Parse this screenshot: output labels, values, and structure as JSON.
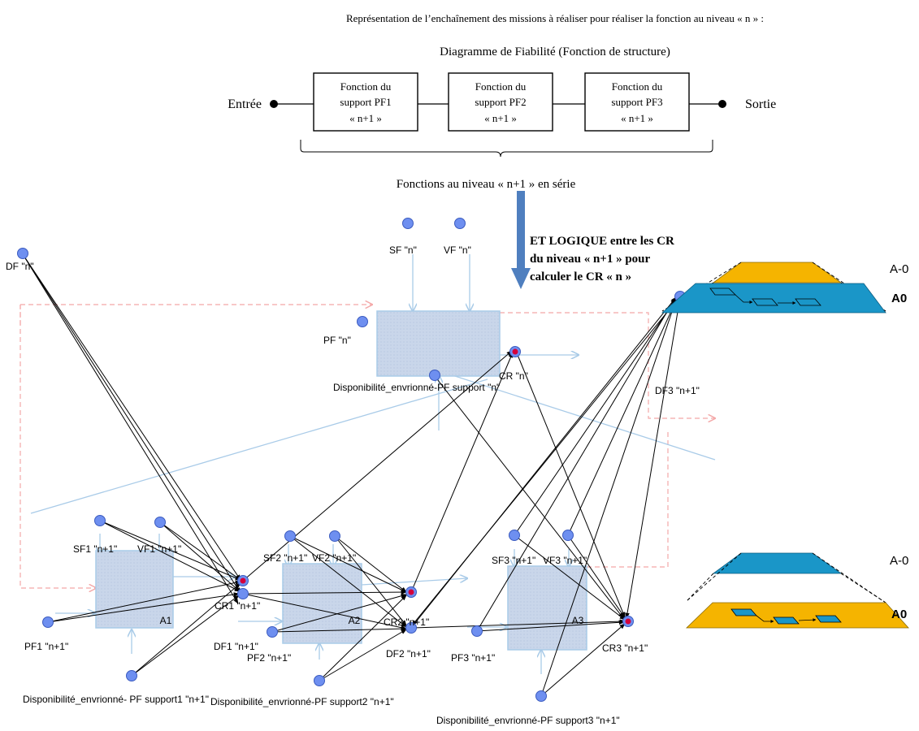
{
  "header": {
    "title": "Représentation de l’enchaînement des missions à réaliser pour réaliser la fonction au niveau « n » :",
    "subtitle": "Diagramme de Fiabilité (Fonction de structure)"
  },
  "rbd": {
    "input_label": "Entrée",
    "output_label": "Sortie",
    "blocks": [
      {
        "line1": "Fonction du",
        "line2": "support PF1",
        "line3": "« n+1 »"
      },
      {
        "line1": "Fonction du",
        "line2": "support PF2",
        "line3": "« n+1 »"
      },
      {
        "line1": "Fonction du",
        "line2": "support PF3",
        "line3": "« n+1 »"
      }
    ],
    "brace_label": "Fonctions au niveau « n+1 » en série"
  },
  "logic_note": {
    "line1": "ET LOGIQUE entre les CR",
    "line2": "du niveau « n+1 »  pour",
    "line3": "calculer le CR « n »"
  },
  "top_level": {
    "labels": {
      "df": "DF \"n\"",
      "sf": "SF \"n\"",
      "vf": "VF \"n\"",
      "pf": "PF \"n\"",
      "cr": "CR \"n\"",
      "support": "Disponibilité_envrionné-PF support \"n\""
    }
  },
  "sub_level": {
    "boxes": [
      "A1",
      "A2",
      "A3"
    ],
    "labels": {
      "sf1": "SF1 \"n+1\"",
      "vf1": "VF1 \"n+1\"",
      "cr1": "CR1 \"n+1\"",
      "pf1": "PF1 \"n+1\"",
      "df1": "DF1 \"n+1\"",
      "support1": "Disponibilité_envrionné- PF support1 \"n+1\"",
      "sf2": "SF2 \"n+1\"",
      "vf2": "VF2 \"n+1\"",
      "cr2": "CR2 \"n+1\"",
      "pf2": "PF2 \"n+1\"",
      "df2": "DF2 \"n+1\"",
      "support2": "Disponibilité_envrionné-PF support2 \"n+1\"",
      "sf3": "SF3 \"n+1\"",
      "vf3": "VF3 \"n+1\"",
      "cr3": "CR3 \"n+1\"",
      "pf3": "PF3 \"n+1\"",
      "df3": "DF3 \"n+1\"",
      "support3": "Disponibilité_envrionné-PF support3 \"n+1\""
    }
  },
  "legend": {
    "top": {
      "upper": "A-0",
      "lower": "A0"
    },
    "bottom": {
      "upper": "A-0",
      "lower": "A0"
    }
  },
  "colors": {
    "node_blue": "#6e8ff0",
    "cr_fill": "#d4003c",
    "box_fill": "#c9d6ea",
    "light_blue": "#a9cbe8",
    "pink_dash": "#f4a8a8",
    "big_arrow": "#4f7fbf",
    "plane_blue": "#1a96c8",
    "plane_orange": "#f5b400"
  }
}
